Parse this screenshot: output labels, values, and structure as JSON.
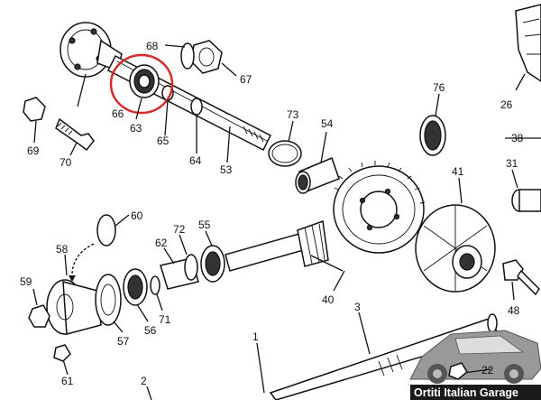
{
  "labels": {
    "l1": "1",
    "l2": "2",
    "l3": "3",
    "l22": "22",
    "l26": "26",
    "l31": "31",
    "l38": "38",
    "l40": "40",
    "l41": "41",
    "l48": "48",
    "l53": "53",
    "l54": "54",
    "l55": "55",
    "l56": "56",
    "l57": "57",
    "l58": "58",
    "l59": "59",
    "l60": "60",
    "l61": "61",
    "l62": "62",
    "l63": "63",
    "l64": "64",
    "l65": "65",
    "l66": "66",
    "l67": "67",
    "l68": "68",
    "l69": "69",
    "l70": "70",
    "l71": "71",
    "l72": "72",
    "l73": "73",
    "l76": "76"
  },
  "watermark": "Ortiti Italian Garage",
  "highlight_color": "#d62a2a"
}
